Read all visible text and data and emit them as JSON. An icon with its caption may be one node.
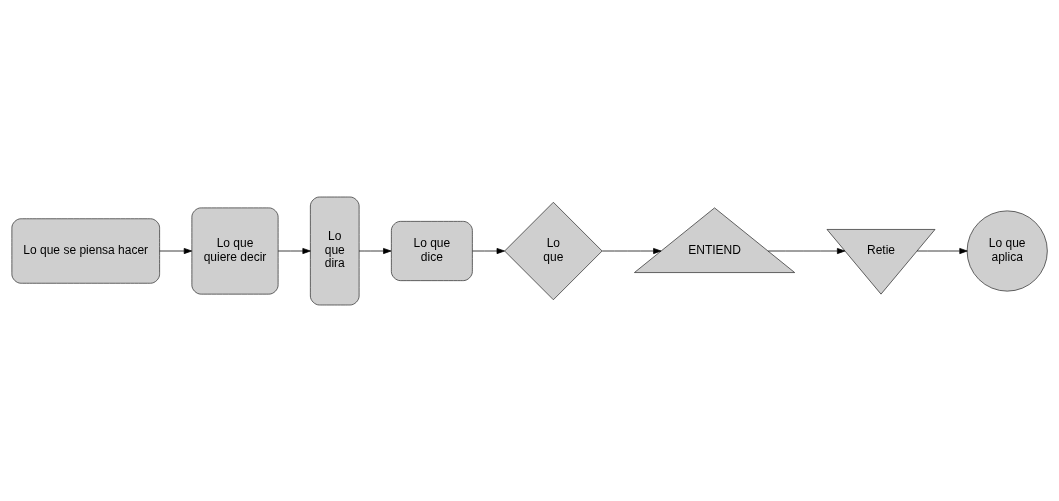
{
  "diagram": {
    "nodes": [
      {
        "text": [
          "Lo que se piensa hacer"
        ]
      },
      {
        "text": [
          "Lo que quiere decir"
        ]
      },
      {
        "text": [
          "Lo que dira"
        ]
      },
      {
        "text": [
          "Lo que dice"
        ]
      },
      {
        "text": [
          "Lo que"
        ]
      },
      {
        "text": [
          "ENTIEND"
        ]
      },
      {
        "text": [
          "Retie"
        ]
      },
      {
        "text": [
          "Lo que aplica"
        ]
      }
    ],
    "edges": [
      {
        "from": 0,
        "to": 1,
        "arrow": "to"
      },
      {
        "from": 1,
        "to": 2,
        "arrow": "to"
      },
      {
        "from": 2,
        "to": 3,
        "arrow": "to"
      },
      {
        "from": 3,
        "to": 4,
        "arrow": "to"
      },
      {
        "from": 4,
        "to": 5,
        "arrow": "to"
      },
      {
        "from": 5,
        "to": 6,
        "arrow": "to"
      },
      {
        "from": 6,
        "to": 7,
        "arrow": "to"
      }
    ]
  }
}
